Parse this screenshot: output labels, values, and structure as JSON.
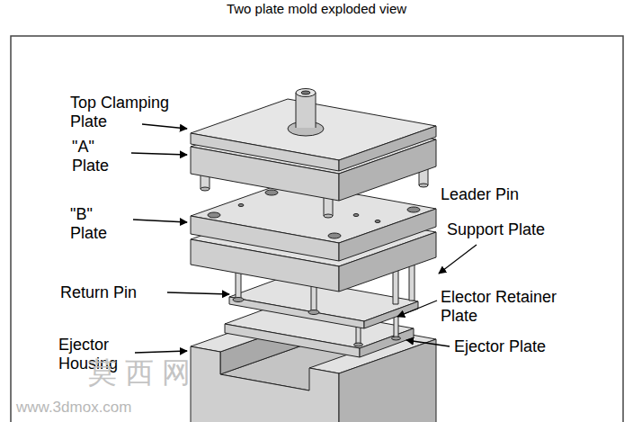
{
  "diagram": {
    "title": "Two plate mold exploded view",
    "labels": [
      "Top Clamping Plate",
      "\"A\" Plate",
      "Leader Pin",
      "\"B\" Plate",
      "Support Plate",
      "Return Pin",
      "Elector Retainer Plate",
      "Ejector Plate",
      "Ejector Housing",
      "莫 西 网",
      "www.3dmox.com"
    ]
  }
}
